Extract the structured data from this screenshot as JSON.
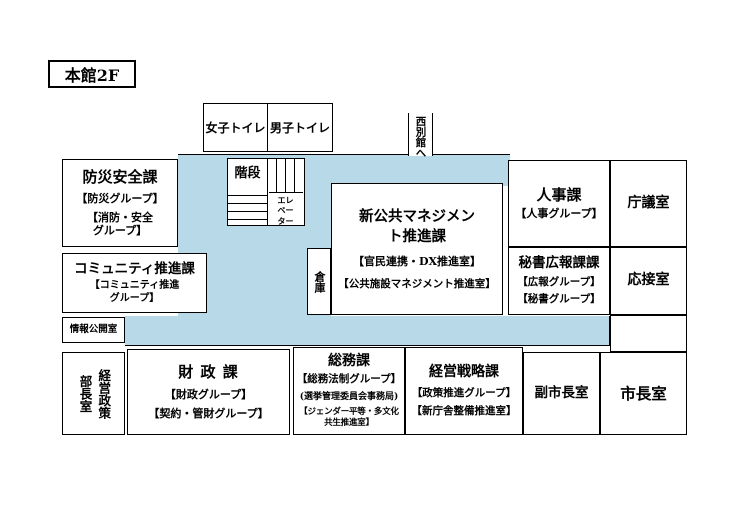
{
  "floor_label": "本館2F",
  "colors": {
    "corridor_fill": "#b7d9e8",
    "wall": "#000000",
    "room_fill": "#ffffff"
  },
  "facilities": {
    "womens_toilet": "女子トイレ",
    "mens_toilet": "男子トイレ",
    "west_annex_passage": "西別館へ",
    "stairs": "階段",
    "elevator": "エレ\nベー\nター",
    "storage": "倉庫"
  },
  "rooms": {
    "disaster_safety": {
      "name": "防災安全課",
      "groups": [
        "【防災グループ】",
        "【消防・安全\nグループ】"
      ]
    },
    "community": {
      "name": "コミュニティ推進課",
      "groups": [
        "【コミュニティ推進\nグループ】"
      ]
    },
    "info_disclosure": {
      "name": "情報公開室"
    },
    "new_public_mgmt": {
      "name": "新公共マネジメン\nト推進課",
      "groups": [
        "【官民連携・DX推進室】",
        "【公共施設マネジメント推進室】"
      ]
    },
    "hr": {
      "name": "人事課",
      "groups": [
        "【人事グループ】"
      ]
    },
    "council": {
      "name": "庁議室"
    },
    "secretary_pr": {
      "name": "秘書広報課課",
      "groups": [
        "【広報グループ】",
        "【秘書グループ】"
      ]
    },
    "reception": {
      "name": "応接室"
    },
    "mgmt_policy_director": {
      "name": "経営政策\n部長室"
    },
    "finance": {
      "name": "財 政 課",
      "groups": [
        "【財政グループ】",
        "【契約・管財グループ】"
      ]
    },
    "general_affairs": {
      "name": "総務課",
      "groups": [
        "【総務法制グループ】",
        "(選挙管理委員会事務局)",
        "【ジェンダー平等・多文化\n共生推進室】"
      ]
    },
    "mgmt_strategy": {
      "name": "経営戦略課",
      "groups": [
        "【政策推進グループ】",
        "【新庁舎整備推進室】"
      ]
    },
    "deputy_mayor": {
      "name": "副市長室"
    },
    "mayor": {
      "name": "市長室"
    }
  }
}
